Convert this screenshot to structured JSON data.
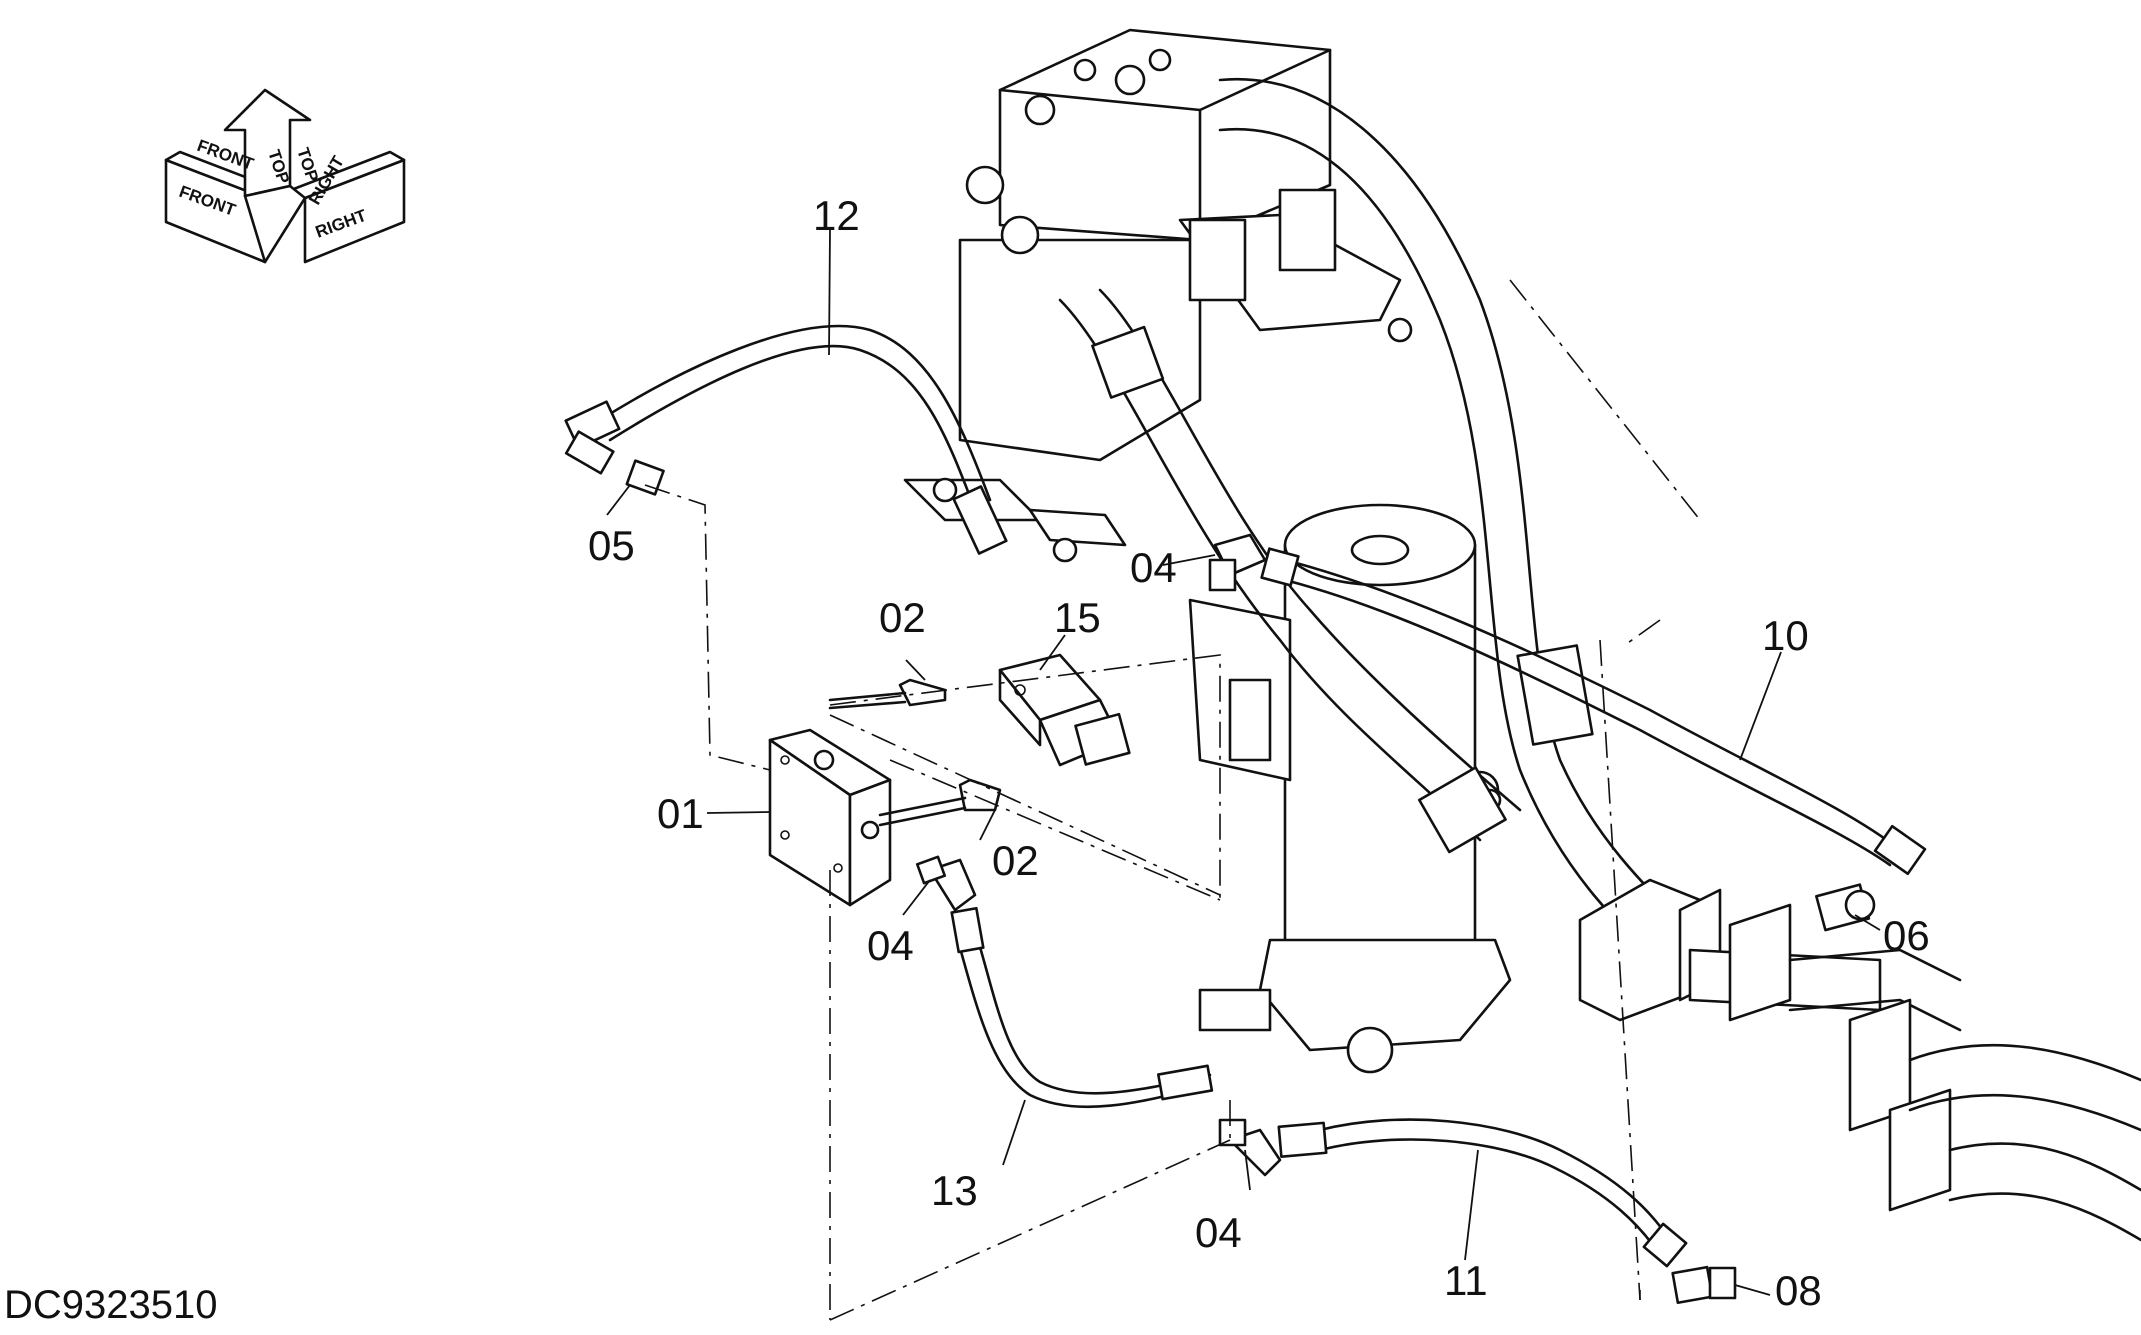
{
  "document_id": "DC9323510",
  "orientation": {
    "front": "FRONT",
    "top": "TOP",
    "right": "RIGHT"
  },
  "part_labels": {
    "p01": "01",
    "p02a": "02",
    "p02b": "02",
    "p04a": "04",
    "p04b": "04",
    "p04c": "04",
    "p05": "05",
    "p06": "06",
    "p08": "08",
    "p10": "10",
    "p11": "11",
    "p12": "12",
    "p13": "13",
    "p15": "15"
  }
}
